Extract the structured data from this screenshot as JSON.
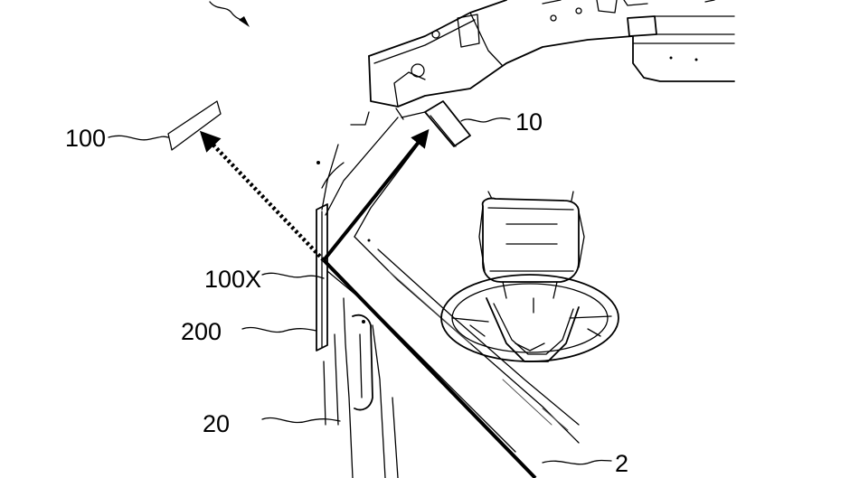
{
  "labels": {
    "l100": "100",
    "l10": "10",
    "l100x": "100X",
    "l200": "200",
    "l20": "20",
    "l2": "2"
  }
}
